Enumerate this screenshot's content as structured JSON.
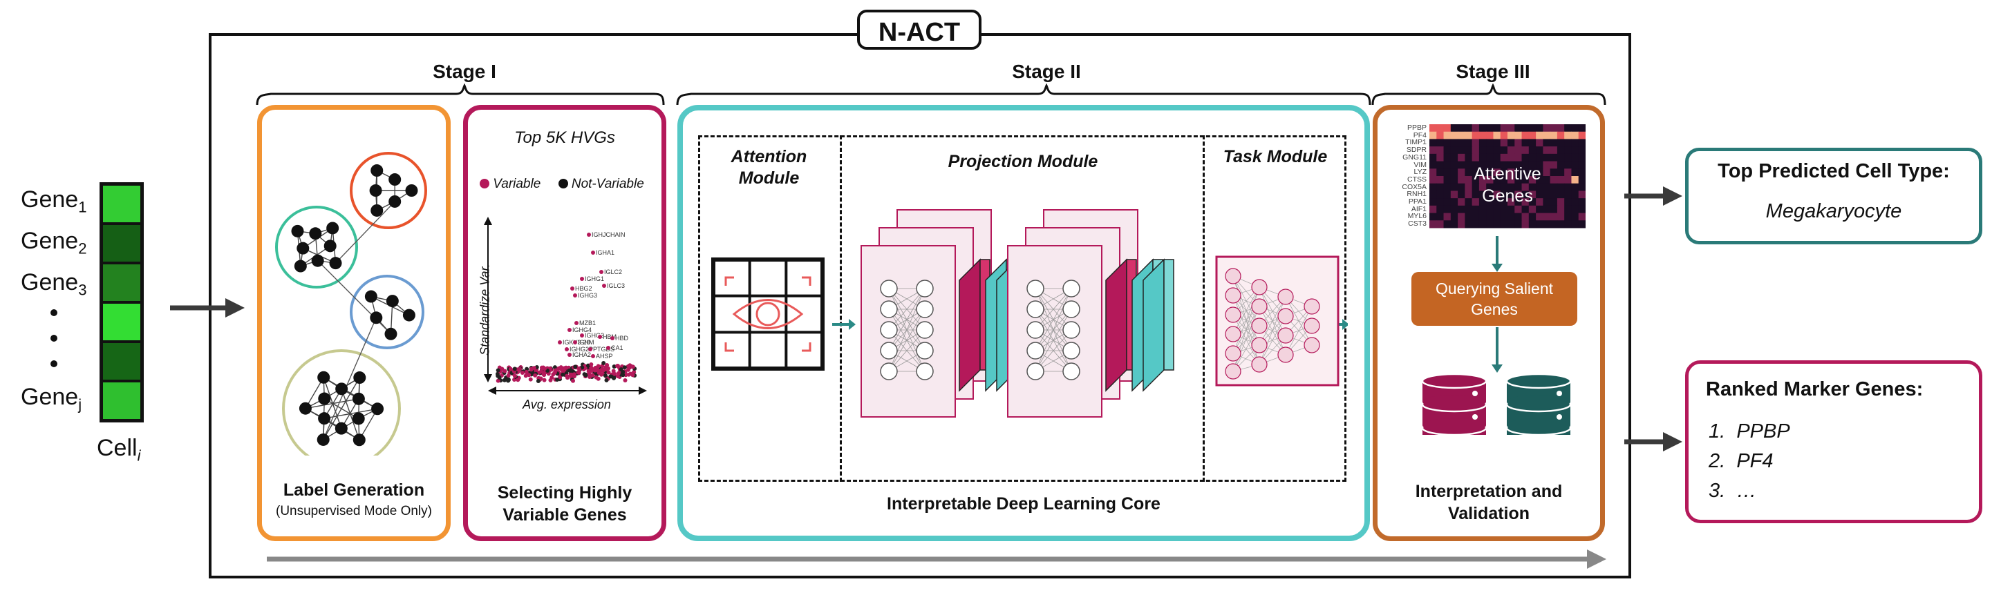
{
  "title": "N-ACT",
  "input": {
    "gene_rows": [
      {
        "label": "Gene",
        "sub": "1"
      },
      {
        "label": "Gene",
        "sub": "2"
      },
      {
        "label": "Gene",
        "sub": "3"
      },
      {
        "label": "Gene",
        "sub": "j"
      }
    ],
    "cell_label": "Cell",
    "cell_sub": "i",
    "cell_colors": [
      "#33cc33",
      "#155f15",
      "#23821f",
      "#33dd33",
      "#166616",
      "#2fbf2f"
    ]
  },
  "stages": {
    "stage1": "Stage I",
    "stage2": "Stage II",
    "stage3": "Stage III"
  },
  "label_generation": {
    "title": "Label Generation",
    "subtitle": "(Unsupervised Mode Only)",
    "cluster_colors": [
      "#e8532b",
      "#3bbf9a",
      "#6a9bd1",
      "#c6c98f"
    ]
  },
  "hvg": {
    "heading": "Top 5K HVGs",
    "legend_variable": "Variable",
    "legend_not_variable": "Not-Variable",
    "y_axis": "Standardize Var.",
    "x_axis": "Avg. expression",
    "title_line1": "Selecting Highly",
    "title_line2": "Variable Genes",
    "gene_labels": [
      "IGHJCHAIN",
      "IGHA1",
      "IGLC2",
      "IGHG1",
      "IGLC3",
      "HBG2",
      "IGHG3",
      "MZB1",
      "IGHG4",
      "IGHG2",
      "HBM",
      "HBD",
      "IGKV3-20",
      "IGHM",
      "IGHG2P",
      "PTGDS",
      "CA1",
      "IGHA2",
      "AHSP"
    ]
  },
  "core": {
    "attention_title": "Attention Module",
    "projection_title": "Projection Module",
    "task_title": "Task Module",
    "caption": "Interpretable Deep Learning Core"
  },
  "stage3": {
    "heatmap_genes": [
      "PPBP",
      "PF4",
      "TIMP1",
      "SDPR",
      "GNG11",
      "VIM",
      "LYZ",
      "CTSS",
      "COX5A",
      "RNH1",
      "PPA1",
      "AIF1",
      "MYL6",
      "CST3"
    ],
    "attentive_label_1": "Attentive",
    "attentive_label_2": "Genes",
    "query_label_1": "Querying Salient",
    "query_label_2": "Genes",
    "caption_1": "Interpretation and",
    "caption_2": "Validation",
    "colors": {
      "database_pink": "#9c1550",
      "database_teal": "#1d5c5a",
      "query_box": "#c46523"
    }
  },
  "outputs": {
    "predicted_title": "Top Predicted Cell Type:",
    "predicted_value": "Megakaryocyte",
    "markers_title": "Ranked Marker Genes:",
    "markers": [
      {
        "num": "1.",
        "name": "PPBP"
      },
      {
        "num": "2.",
        "name": "PF4"
      },
      {
        "num": "3.",
        "name": "…"
      }
    ]
  },
  "colors": {
    "stage1_border": "#f29433",
    "hvg_border": "#b4195a",
    "core_border": "#55c8c6",
    "stage3_border": "#c16a2b",
    "teal_output": "#2a7a78",
    "pink_output": "#b4195a"
  }
}
